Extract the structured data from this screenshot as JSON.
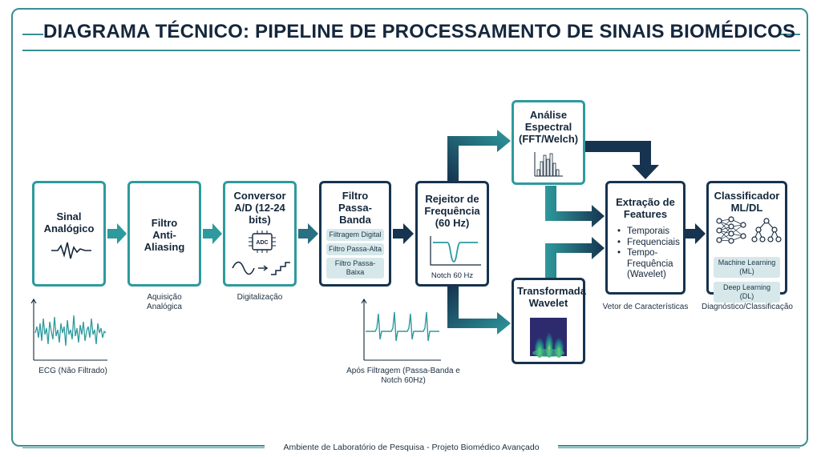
{
  "title": "DIAGRAMA TÉCNICO: PIPELINE DE PROCESSAMENTO DE SINAIS BIOMÉDICOS",
  "blocks": {
    "signal": {
      "title": "Sinal Analógico"
    },
    "antialias": {
      "title": "Filtro Anti-Aliasing",
      "caption": "Aquisição Analógica"
    },
    "adc": {
      "title": "Conversor A/D (12-24 bits)",
      "chip_label": "ADC",
      "caption": "Digitalização"
    },
    "bandpass": {
      "title": "Filtro Passa-Banda",
      "subs": [
        "Filtragem Digital",
        "Filtro Passa-Alta",
        "Filtro Passa-Baixa"
      ]
    },
    "notch": {
      "title": "Rejeitor de Frequência (60 Hz)",
      "caption_inner": "Notch 60 Hz"
    },
    "spectral": {
      "title": "Análise Espectral (FFT/Welch)"
    },
    "wavelet": {
      "title": "Transformada Wavelet"
    },
    "features": {
      "title": "Extração de Features",
      "items": [
        "Temporais",
        "Frequenciais",
        "Tempo-Frequência (Wavelet)"
      ],
      "caption": "Vetor de Características"
    },
    "classifier": {
      "title": "Classificador ML/DL",
      "subs": [
        "Machine Learning (ML)",
        "Deep Learning (DL)"
      ],
      "caption": "Diagnóstico/Classificação"
    }
  },
  "plots": {
    "ecg_raw": {
      "caption": "ECG (Não Filtrado)"
    },
    "ecg_filtered": {
      "caption": "Após Filtragem (Passa-Banda e Notch 60Hz)"
    }
  },
  "footer": "Ambiente de Laboratório de Pesquisa - Projeto Biomédico Avançado",
  "colors": {
    "teal": "#2e9a9e",
    "navy": "#16334f",
    "sub_fill": "#d7e8ea"
  }
}
